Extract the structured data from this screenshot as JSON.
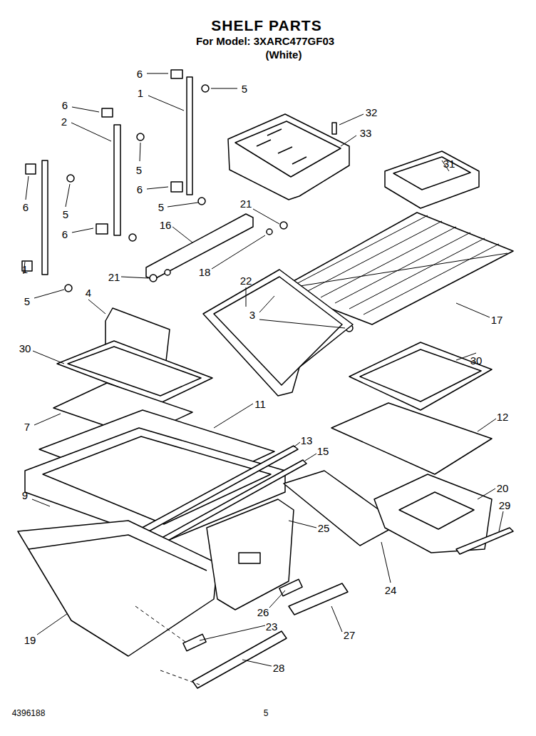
{
  "diagram": {
    "title": "SHELF PARTS",
    "labels": [
      "For Model: 3XARC477GF03",
      "(White)",
      "6",
      "5",
      "1",
      "6",
      "2",
      "32",
      "33",
      "31",
      "5",
      "6",
      "5",
      "6",
      "5",
      "6",
      "21",
      "16",
      "18",
      "21",
      "1",
      "5",
      "4",
      "22",
      "3",
      "17",
      "30",
      "30",
      "11",
      "7",
      "12",
      "13",
      "15",
      "9",
      "20",
      "29",
      "25",
      "24",
      "26",
      "23",
      "27",
      "19",
      "28",
      "4396188",
      "5"
    ]
  }
}
